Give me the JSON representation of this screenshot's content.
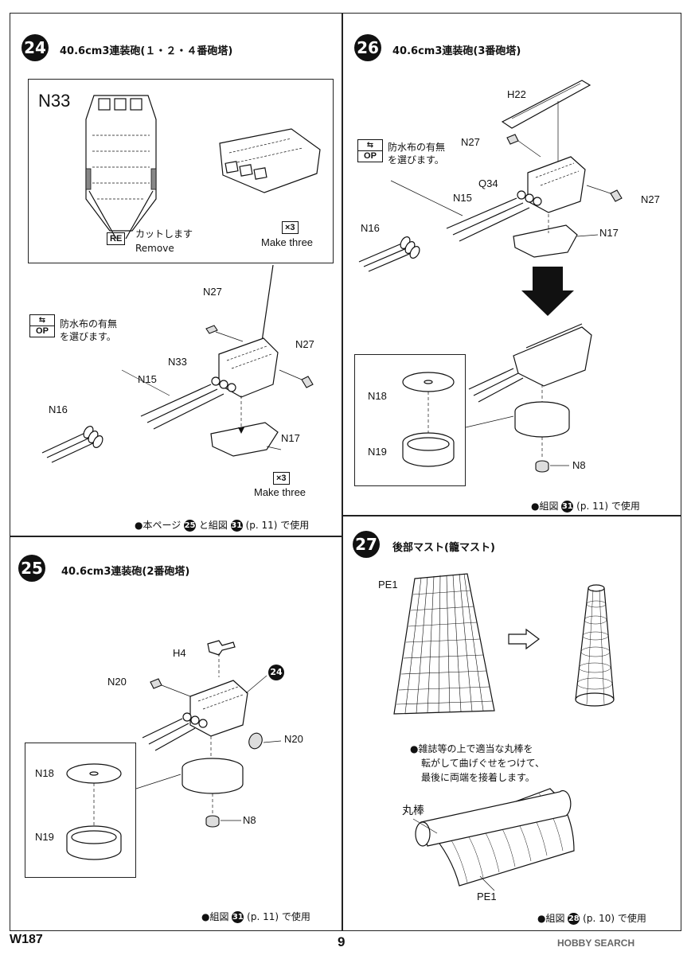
{
  "step24": {
    "number": "24",
    "title": "40.6cm3連装砲(１・２・４番砲塔)",
    "inset_part": "N33",
    "re_badge": "RE",
    "re_jp": "カットします",
    "re_en": "Remove",
    "x3_badge": "×3",
    "make_three": "Make three",
    "op_badge": "OP",
    "op_note_1": "防水布の有無",
    "op_note_2": "を選びます。",
    "parts": {
      "n27": "N27",
      "n33": "N33",
      "n15": "N15",
      "n16": "N16",
      "n17": "N17"
    },
    "x3_badge_2": "×3",
    "make_three_2": "Make three",
    "footer_prefix": "●本ページ",
    "footer_ref1": "25",
    "footer_mid": "と組図",
    "footer_ref2": "31",
    "footer_suffix": "(p. 11) で使用"
  },
  "step26": {
    "number": "26",
    "title": "40.6cm3連装砲(3番砲塔)",
    "op_badge": "OP",
    "op_note_1": "防水布の有無",
    "op_note_2": "を選びます。",
    "parts": {
      "h22": "H22",
      "n27a": "N27",
      "q34": "Q34",
      "n27b": "N27",
      "n15": "N15",
      "n16": "N16",
      "n17": "N17",
      "n18": "N18",
      "n19": "N19",
      "n8": "N8"
    },
    "footer_prefix": "●組図",
    "footer_ref": "31",
    "footer_suffix": "(p. 11) で使用"
  },
  "step25": {
    "number": "25",
    "title": "40.6cm3連装砲(2番砲塔)",
    "ref_step": "24",
    "parts": {
      "h4": "H4",
      "n20a": "N20",
      "n20b": "N20",
      "n18": "N18",
      "n19": "N19",
      "n8": "N8"
    },
    "footer_prefix": "●組図",
    "footer_ref": "31",
    "footer_suffix": "(p. 11) で使用"
  },
  "step27": {
    "number": "27",
    "title": "後部マスト(籠マスト)",
    "pe1_top": "PE1",
    "note_1": "●雑誌等の上で適当な丸棒を",
    "note_2": "転がして曲げぐせをつけて、",
    "note_3": "最後に両端を接着します。",
    "rod_label": "丸棒",
    "pe1_bottom": "PE1",
    "footer_prefix": "●組図",
    "footer_ref": "28",
    "footer_suffix": "(p. 10) で使用"
  },
  "page": {
    "code": "W187",
    "number": "9",
    "watermark": "HOBBY SEARCH"
  }
}
